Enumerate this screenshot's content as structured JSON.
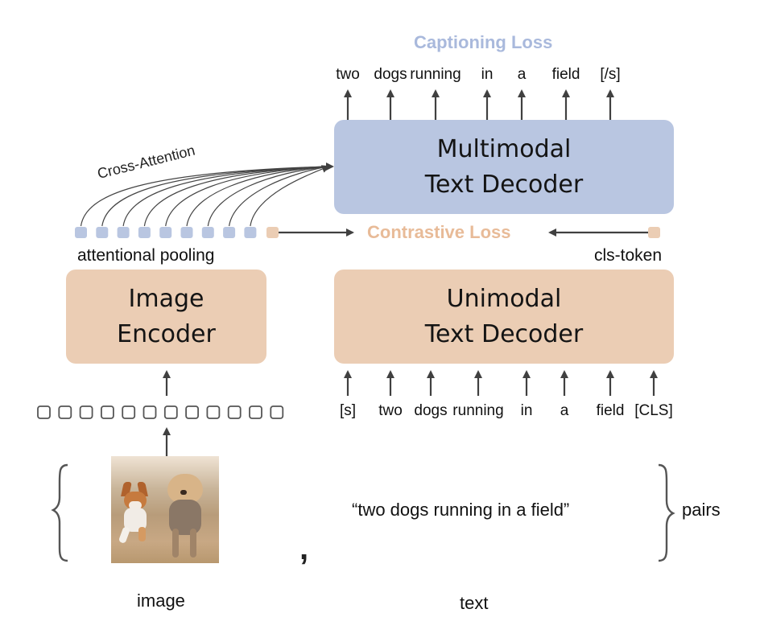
{
  "colors": {
    "multimodal_box": "#b9c6e1",
    "unimodal_box": "#ebcdb4",
    "captioning_loss": "#a9b9dc",
    "contrastive_loss": "#e8bb98",
    "arrow": "#404040"
  },
  "captioning_loss": "Captioning Loss",
  "output_tokens": [
    "two",
    "dogs",
    "running",
    "in",
    "a",
    "field",
    "[/s]"
  ],
  "multimodal_decoder": {
    "line1": "Multimodal",
    "line2": "Text Decoder"
  },
  "cross_attention": "Cross-Attention",
  "attentional_pooling": "attentional pooling",
  "contrastive_loss": "Contrastive Loss",
  "cls_token": "cls-token",
  "image_encoder": {
    "line1": "Image",
    "line2": "Encoder"
  },
  "unimodal_decoder": {
    "line1": "Unimodal",
    "line2": "Text Decoder"
  },
  "input_tokens": [
    "[s]",
    "two",
    "dogs",
    "running",
    "in",
    "a",
    "field",
    "[CLS]"
  ],
  "image_patch_count": 12,
  "pooled_query_count": 9,
  "pair": {
    "image_alt": "photo of a corgi and a terrier running in a field",
    "caption": "“two dogs running in a field”",
    "separator": ",",
    "pairs_label": "pairs",
    "image_label": "image",
    "text_label": "text"
  }
}
